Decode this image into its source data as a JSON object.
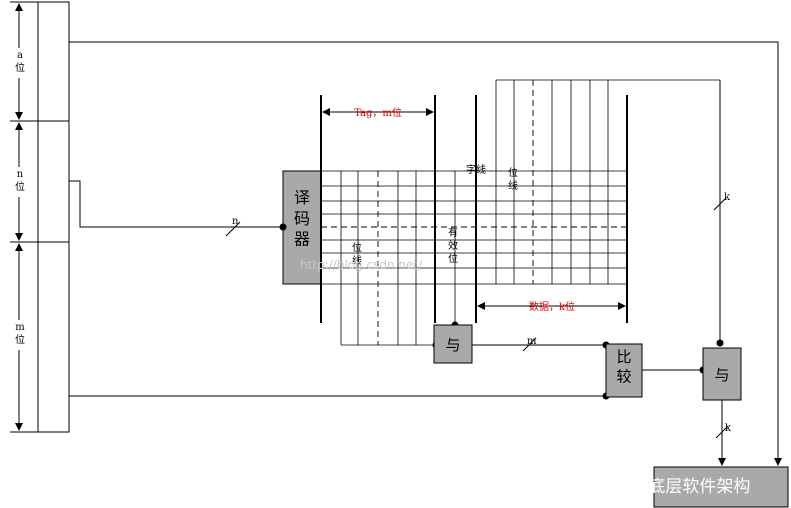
{
  "address": {
    "a_field": "a\n位",
    "n_field": "n\n位",
    "m_field": "m\n位"
  },
  "decoder_label": "译\n码\n器",
  "tag_label": "Tag，m位",
  "data_label": "数据，k位",
  "bitline_left": "位\n线",
  "valid_label": "有\n效\n位",
  "wordline_label": "字线",
  "bitline_right": "位\n线",
  "and1_label": "与",
  "compare_label": "比\n较",
  "and2_label": "与",
  "bus_n": "n",
  "bus_m": "m",
  "bus_k_top": "k",
  "bus_k_bottom": "k",
  "watermark_url": "http://blog.csdn.net/",
  "watermark_bottom": "头条 @底层软件架构"
}
